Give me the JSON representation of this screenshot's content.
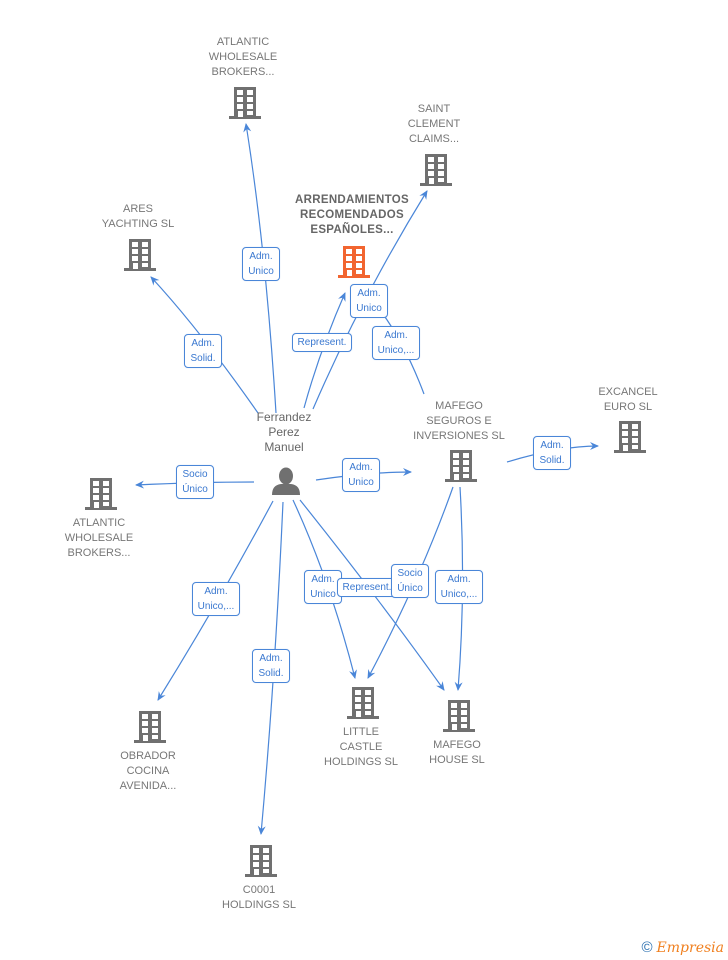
{
  "colors": {
    "edge": "#4a86d8",
    "company_icon": "#707070",
    "main_company_icon": "#f26530",
    "person_icon": "#707070"
  },
  "person": {
    "id": "ferrandez",
    "label": "Ferrandez\nPerez\nManuel",
    "icon": "person-icon"
  },
  "nodes": [
    {
      "id": "atlantic_top",
      "label": "ATLANTIC\nWHOLESALE\nBROKERS...",
      "icon": "building-icon",
      "main": false
    },
    {
      "id": "saint_clement",
      "label": "SAINT\nCLEMENT\nCLAIMS...",
      "icon": "building-icon",
      "main": false
    },
    {
      "id": "arrendamientos",
      "label": "ARRENDAMIENTOS\nRECOMENDADOS\nESPAÑOLES...",
      "icon": "building-icon",
      "main": true
    },
    {
      "id": "ares",
      "label": "ARES\nYACHTING  SL",
      "icon": "building-icon",
      "main": false
    },
    {
      "id": "mafego_seguros",
      "label": "MAFEGO\nSEGUROS E\nINVERSIONES SL",
      "icon": "building-icon",
      "main": false
    },
    {
      "id": "excancel",
      "label": "EXCANCEL\nEURO SL",
      "icon": "building-icon",
      "main": false
    },
    {
      "id": "atlantic_left",
      "label": "ATLANTIC\nWHOLESALE\nBROKERS...",
      "icon": "building-icon",
      "main": false
    },
    {
      "id": "obrador",
      "label": "OBRADOR\nCOCINA\nAVENIDA...",
      "icon": "building-icon",
      "main": false
    },
    {
      "id": "little_castle",
      "label": "LITTLE\nCASTLE\nHOLDINGS  SL",
      "icon": "building-icon",
      "main": false
    },
    {
      "id": "mafego_house",
      "label": "MAFEGO\nHOUSE  SL",
      "icon": "building-icon",
      "main": false
    },
    {
      "id": "c0001",
      "label": "C0001\nHOLDINGS  SL",
      "icon": "building-icon",
      "main": false
    }
  ],
  "edges": [
    {
      "from": "ferrandez",
      "to": "atlantic_top",
      "label": "Adm.\nUnico"
    },
    {
      "from": "ferrandez",
      "to": "ares",
      "label": "Adm.\nSolid."
    },
    {
      "from": "ferrandez",
      "to": "arrendamientos",
      "label": "Represent."
    },
    {
      "from": "ferrandez",
      "to": "saint_clement",
      "label": "Adm.\nUnico"
    },
    {
      "from": "mafego_seguros",
      "to": "arrendamientos",
      "label": "Adm.\nUnico,..."
    },
    {
      "from": "ferrandez",
      "to": "atlantic_left",
      "label": "Socio\nÚnico"
    },
    {
      "from": "ferrandez",
      "to": "mafego_seguros",
      "label": "Adm.\nUnico"
    },
    {
      "from": "mafego_seguros",
      "to": "excancel",
      "label": "Adm.\nSolid."
    },
    {
      "from": "ferrandez",
      "to": "obrador",
      "label": "Adm.\nUnico,..."
    },
    {
      "from": "ferrandez",
      "to": "c0001",
      "label": "Adm.\nSolid."
    },
    {
      "from": "ferrandez",
      "to": "little_castle",
      "label": "Adm.\nUnico"
    },
    {
      "from": "ferrandez",
      "to": "mafego_house",
      "label": "Represent."
    },
    {
      "from": "mafego_seguros",
      "to": "little_castle",
      "label": "Socio\nÚnico"
    },
    {
      "from": "mafego_seguros",
      "to": "mafego_house",
      "label": "Adm.\nUnico,..."
    }
  ],
  "footer": {
    "copyright": "©",
    "brand": "Empresia"
  }
}
